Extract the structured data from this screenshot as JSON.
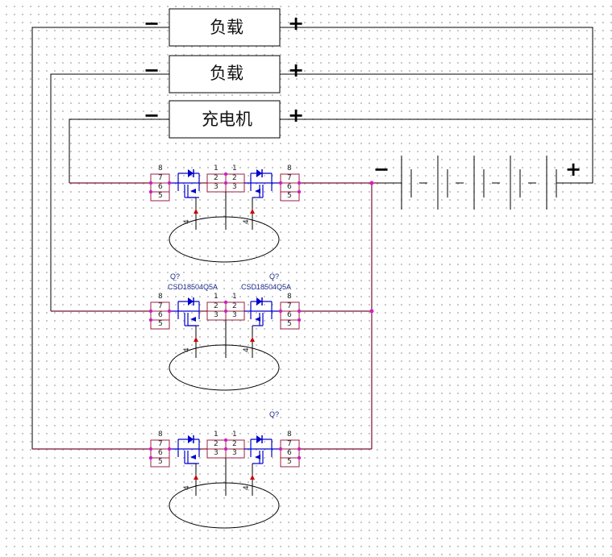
{
  "boxes": {
    "load1": "负载",
    "load2": "负载",
    "charger": "充电机"
  },
  "signs": {
    "minus": "−",
    "plus": "+"
  },
  "pins": {
    "left": [
      "8",
      "7",
      "6",
      "5"
    ],
    "mid_top": [
      "1",
      "1"
    ],
    "mid": [
      "2",
      "2",
      "3",
      "3"
    ],
    "right": [
      "8",
      "7",
      "6",
      "5"
    ]
  },
  "refs": {
    "row2_left_q": "Q?",
    "row2_left_part": "CSD18504Q5A",
    "row2_right_q": "Q?",
    "row2_right_part": "CSD18504Q5A",
    "row3_right_q": "Q?"
  },
  "gate_pin": "4",
  "colors": {
    "wire": "#7a1030",
    "node": "#d020c0",
    "mosfet": "#0000cc",
    "gate_arrow": "#cc0000"
  }
}
